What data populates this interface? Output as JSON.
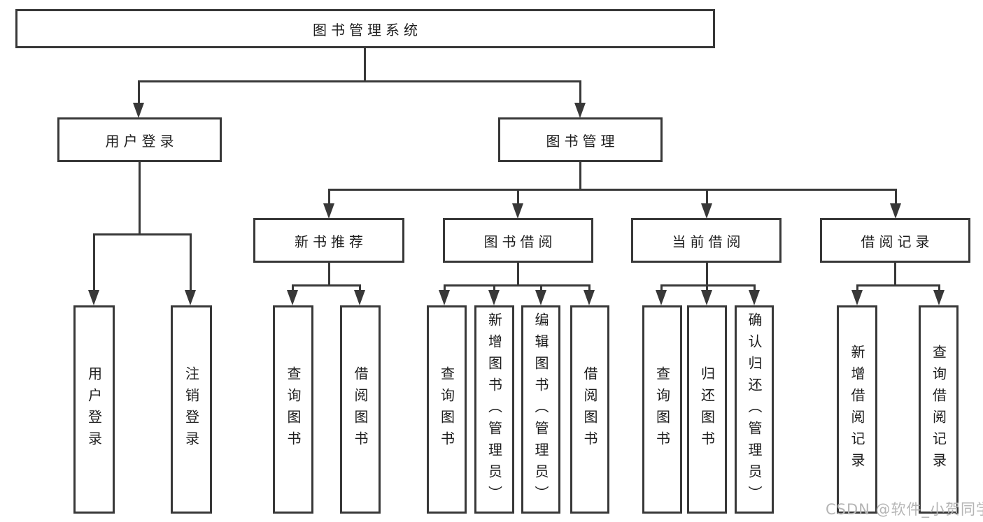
{
  "diagram": {
    "type": "function-structure-tree",
    "root": {
      "label": "图书管理系统"
    },
    "level2": {
      "user_login": {
        "label": "用户登录"
      },
      "book_mgmt": {
        "label": "图书管理"
      }
    },
    "level3": {
      "new_book": {
        "label": "新书推荐"
      },
      "book_borrow": {
        "label": "图书借阅"
      },
      "current_borrow": {
        "label": "当前借阅"
      },
      "borrow_records": {
        "label": "借阅记录"
      }
    },
    "leaves": {
      "user_login_leaf": {
        "label": "用户登录",
        "parent": "用户登录"
      },
      "logout_leaf": {
        "label": "注销登录",
        "parent": "用户登录"
      },
      "nb_query": {
        "label": "查询图书",
        "parent": "新书推荐"
      },
      "nb_borrow": {
        "label": "借阅图书",
        "parent": "新书推荐"
      },
      "bb_query": {
        "label": "查询图书",
        "parent": "图书借阅"
      },
      "bb_add": {
        "label": "新增图书（管理员）",
        "parent": "图书借阅"
      },
      "bb_edit": {
        "label": "编辑图书（管理员）",
        "parent": "图书借阅"
      },
      "bb_borrow": {
        "label": "借阅图书",
        "parent": "图书借阅"
      },
      "cb_query": {
        "label": "查询图书",
        "parent": "当前借阅"
      },
      "cb_return": {
        "label": "归还图书",
        "parent": "当前借阅"
      },
      "cb_confirm": {
        "label": "确认归还（管理员）",
        "parent": "当前借阅"
      },
      "br_add": {
        "label": "新增借阅记录",
        "parent": "借阅记录"
      },
      "br_query": {
        "label": "查询借阅记录",
        "parent": "借阅记录"
      }
    },
    "colors": {
      "line": "#383838",
      "text": "#1d1d1d",
      "background": "#ffffff",
      "watermark": "#b5b5b5"
    }
  },
  "watermark": {
    "text": "CSDN @软件_小贺同学"
  }
}
